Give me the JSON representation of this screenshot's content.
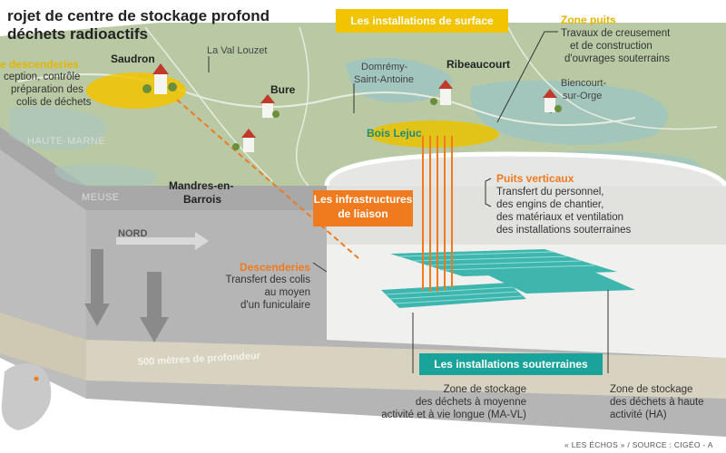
{
  "title": {
    "line1": "rojet de centre de stockage profond",
    "line2": "déchets radioactifs"
  },
  "surface_label": "Les installations de surface",
  "zone_descenderies": {
    "heading": "e descenderies",
    "lines": [
      "ception, contrôle",
      "préparation des",
      "colis de déchets"
    ]
  },
  "zone_puits": {
    "heading": "Zone puits",
    "lines": [
      "Travaux de creusement",
      "et de construction",
      "d'ouvrages souterrains"
    ]
  },
  "towns": {
    "saudron": "Saudron",
    "val_louzet": "La Val Louzet",
    "bure": "Bure",
    "domremy_1": "Domrémy-",
    "domremy_2": "Saint-Antoine",
    "ribeaucourt": "Ribeaucourt",
    "biencourt_1": "Biencourt-",
    "biencourt_2": "sur-Orge",
    "mandres_1": "Mandres-en-",
    "mandres_2": "Barrois",
    "bois_lejuc": "Bois Lejuc"
  },
  "regions": {
    "haute_marne": "HAUTE-MARNE",
    "meuse": "MEUSE"
  },
  "nord": "NORD",
  "puits_verticaux": {
    "heading": "Puits verticaux",
    "lines": [
      "Transfert du personnel,",
      "des engins de chantier,",
      "des matériaux et ventilation",
      "des installations souterraines"
    ]
  },
  "infrastructures": {
    "line1": "Les infrastructures",
    "line2": "de liaison"
  },
  "descenderies": {
    "heading": "Descenderies",
    "lines": [
      "Transfert des colis",
      "au moyen",
      "d'un funiculaire"
    ]
  },
  "depth_label": "500 mètres de profondeur",
  "underground_label": "Les installations souterraines",
  "zone_mavl": {
    "lines": [
      "Zone de stockage",
      "des déchets à moyenne",
      "activité et à vie longue (MA-VL)"
    ]
  },
  "zone_ha": {
    "lines": [
      "Zone de stockage",
      "des déchets à haute",
      "activité (HA)"
    ]
  },
  "footer": "« LES ÉCHOS » / SOURCE : CIGÉO - A",
  "colors": {
    "orange": "#f07a1e",
    "yellow": "#f2c400",
    "teal": "#1aa39a",
    "map_green": "#b7c9a2",
    "water": "#8fbfc6"
  }
}
